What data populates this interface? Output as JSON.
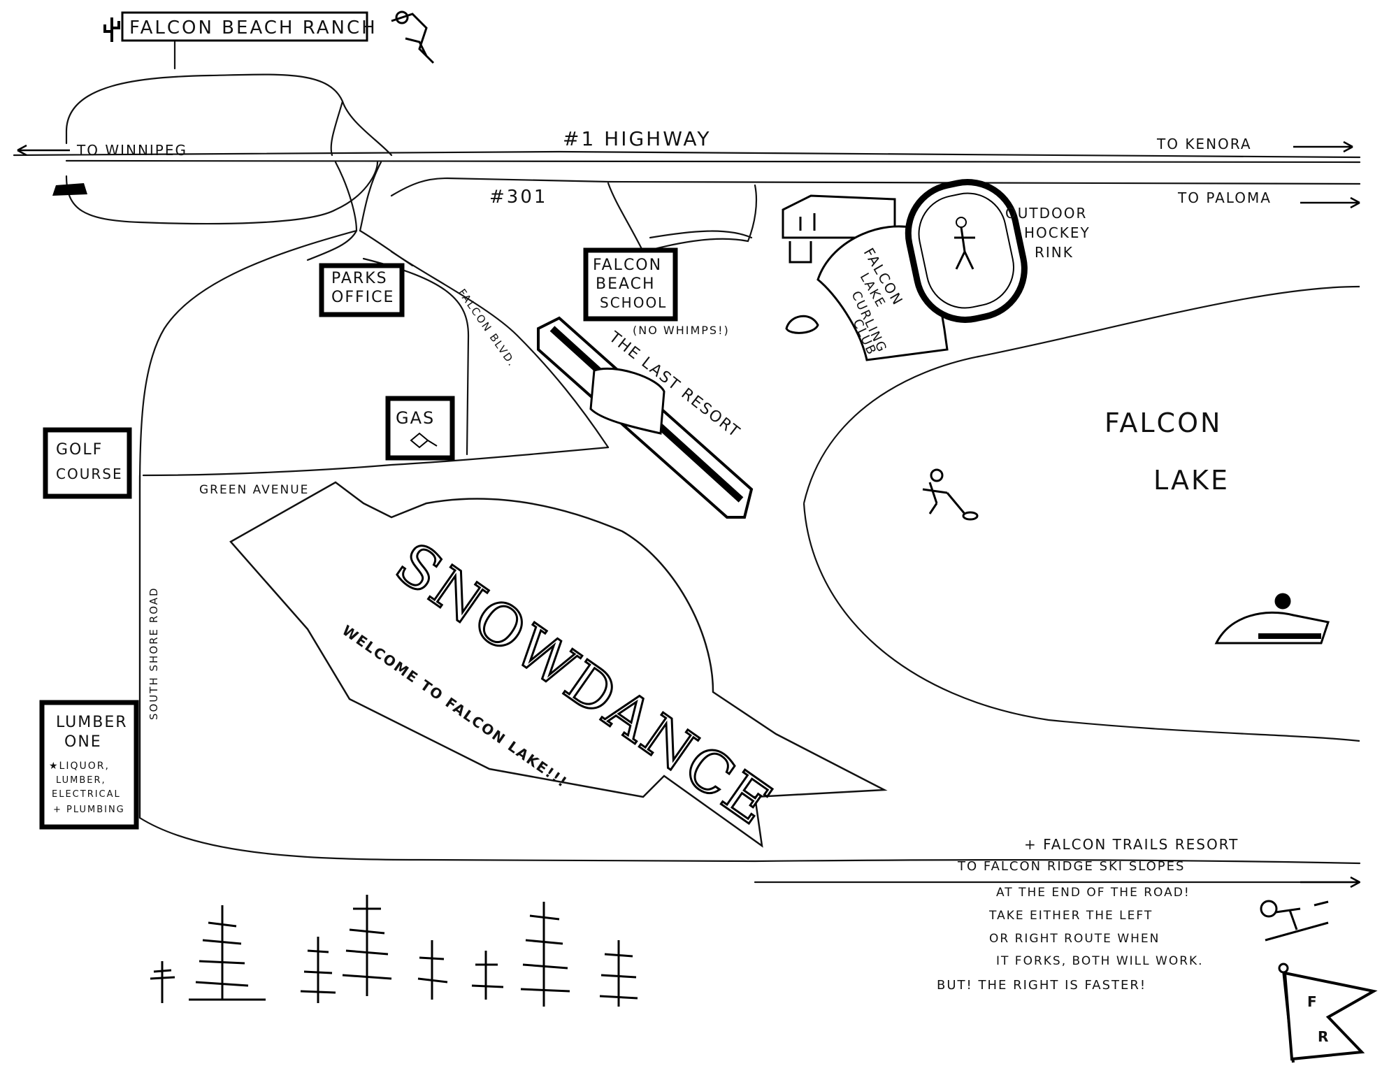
{
  "ranch": {
    "label": "FALCON BEACH RANCH"
  },
  "highway": {
    "name": "#1 HIGHWAY",
    "to_west": "TO WINNIPEG",
    "to_east": "TO KENORA"
  },
  "route301": {
    "name": "#301",
    "to_east": "TO PALOMA"
  },
  "places": {
    "parks_office": [
      "PARKS",
      "OFFICE"
    ],
    "falcon_beach_school": [
      "FALCON",
      "BEACH",
      "SCHOOL"
    ],
    "school_note": "(NO WHIMPS!)",
    "gas": "GAS",
    "golf_course": [
      "GOLF",
      "COURSE"
    ],
    "lumber_one": [
      "LUMBER",
      "ONE"
    ],
    "lumber_details": [
      "★LIQUOR,",
      "LUMBER,",
      "ELECTRICAL",
      "+ PLUMBING"
    ],
    "curling_club": [
      "FALCON",
      "LAKE",
      "CURLING",
      "CLUB"
    ],
    "hockey_rink": [
      "OUTDOOR",
      "HOCKEY",
      "RINK"
    ],
    "last_resort": "THE LAST RESORT"
  },
  "streets": {
    "falcon_blvd": "FALCON BLVD.",
    "green_avenue": "GREEN AVENUE",
    "south_shore_road": "SOUTH SHORE ROAD"
  },
  "lake": {
    "name": [
      "FALCON",
      "LAKE"
    ]
  },
  "banner": {
    "title": "SNOWDANCE",
    "subtitle": "WELCOME TO FALCON LAKE!!!"
  },
  "south": {
    "trails": "+ FALCON TRAILS RESORT",
    "ski": "TO FALCON RIDGE SKI SLOPES",
    "directions": [
      "AT THE END OF THE ROAD!",
      "TAKE EITHER THE LEFT",
      "OR RIGHT ROUTE WHEN",
      "IT FORKS, BOTH WILL WORK.",
      "BUT! THE RIGHT IS FASTER!"
    ]
  },
  "flag": {
    "letters": [
      "F",
      "R"
    ]
  }
}
